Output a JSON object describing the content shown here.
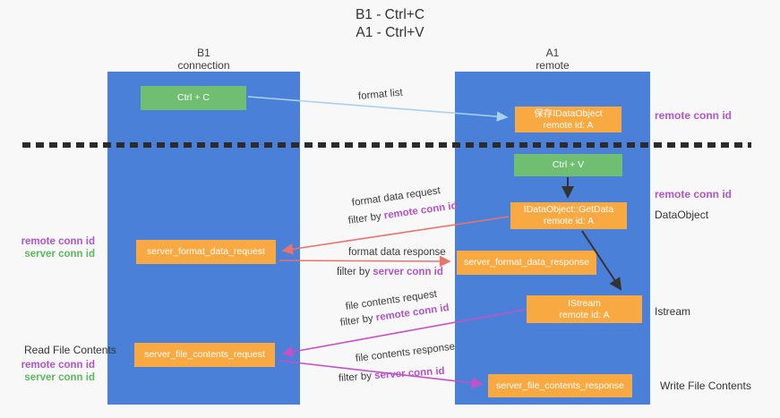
{
  "title": {
    "line1": "B1 - Ctrl+C",
    "line2": "A1 - Ctrl+V"
  },
  "columns": {
    "left": {
      "name": "B1",
      "role": "connection"
    },
    "right": {
      "name": "A1",
      "role": "remote"
    }
  },
  "nodes": {
    "ctrl_c": "Ctrl + C",
    "ctrl_v": "Ctrl + V",
    "save_dataobject_line1": "保存IDataObject",
    "save_dataobject_line2": "remote id: A",
    "getdata_line1": "IDataObject::GetData",
    "getdata_line2": "remote id: A",
    "istream_line1": "IStream",
    "istream_line2": "remote id: A",
    "server_format_data_request": "server_format_data_request",
    "server_format_data_response": "server_format_data_response",
    "server_file_contents_request": "server_file_contents_request",
    "server_file_contents_response": "server_file_contents_response"
  },
  "arrow_labels": {
    "format_list": "format list",
    "format_data_request": "format data request",
    "format_data_response": "format data response",
    "file_contents_request": "file contents request",
    "file_contents_response": "file contents response",
    "filter_by": "filter by ",
    "remote_conn_id": "remote conn id",
    "server_conn_id": "server conn id"
  },
  "side_labels": {
    "remote_conn_id": "remote conn id",
    "server_conn_id": "server conn id",
    "dataobject": "DataObject",
    "istream": "Istream",
    "read_file_contents": "Read File Contents",
    "write_file_contents": "Write File Contents"
  },
  "colors": {
    "column_blue": "#4a80d8",
    "box_orange": "#f9a941",
    "box_green": "#6fbe72",
    "arrow_light_blue": "#a9d2f0",
    "arrow_salmon": "#e9736d",
    "arrow_magenta": "#c750c7",
    "arrow_black": "#333333",
    "text_purple": "#b055c8",
    "text_green": "#5cb85c"
  }
}
